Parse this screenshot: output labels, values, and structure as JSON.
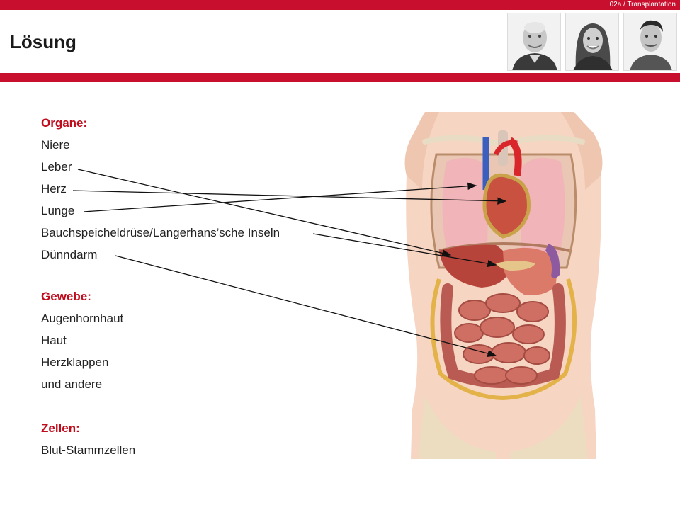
{
  "header": {
    "tag": "02a / Transplantation",
    "title": "Lösung"
  },
  "content": {
    "organs_heading": "Organe:",
    "organs": [
      "Niere",
      "Leber",
      "Herz",
      "Lunge",
      "Bauchspeicheldrüse/Langerhans’sche  Inseln",
      "Dünndarm"
    ],
    "tissue_heading": "Gewebe:",
    "tissue": [
      "Augenhornhaut",
      "Haut",
      "Herzklappen",
      "und andere"
    ],
    "cells_heading": "Zellen:",
    "cells": [
      "Blut-Stammzellen"
    ]
  },
  "colors": {
    "accent_red": "#c8102e",
    "heading_red": "#c00d1e"
  }
}
